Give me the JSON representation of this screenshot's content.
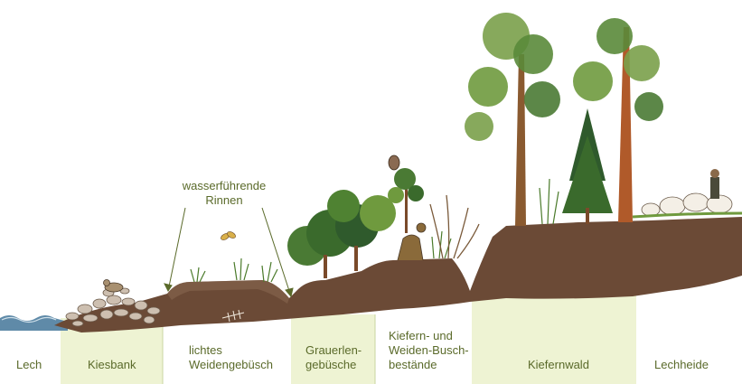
{
  "annotation": {
    "line1": "wasserführende",
    "line2": "Rinnen"
  },
  "zones": [
    {
      "id": "lech",
      "lines": [
        "Lech"
      ]
    },
    {
      "id": "kiesbank",
      "lines": [
        "Kiesbank"
      ]
    },
    {
      "id": "weiden",
      "lines": [
        "lichtes",
        "Weidengebüsch"
      ]
    },
    {
      "id": "grauerlen",
      "lines": [
        "Grauerlen-",
        "gebüsche"
      ]
    },
    {
      "id": "busch",
      "lines": [
        "Kiefern- und",
        "Weiden-Busch-",
        "bestände"
      ]
    },
    {
      "id": "kiefernwald",
      "lines": [
        "Kiefernwald"
      ]
    },
    {
      "id": "lechheide",
      "lines": [
        "Lechheide"
      ]
    }
  ],
  "colors": {
    "zone_band": "#eef3d3",
    "soil": "#6b4a36",
    "soil_light": "#8a6a52",
    "water": "#5f8aa8",
    "label_text": "#5a6a2a",
    "tree_dark": "#2f5a2c",
    "tree_light": "#6f9a3e",
    "trunk": "#7a4a2a"
  }
}
